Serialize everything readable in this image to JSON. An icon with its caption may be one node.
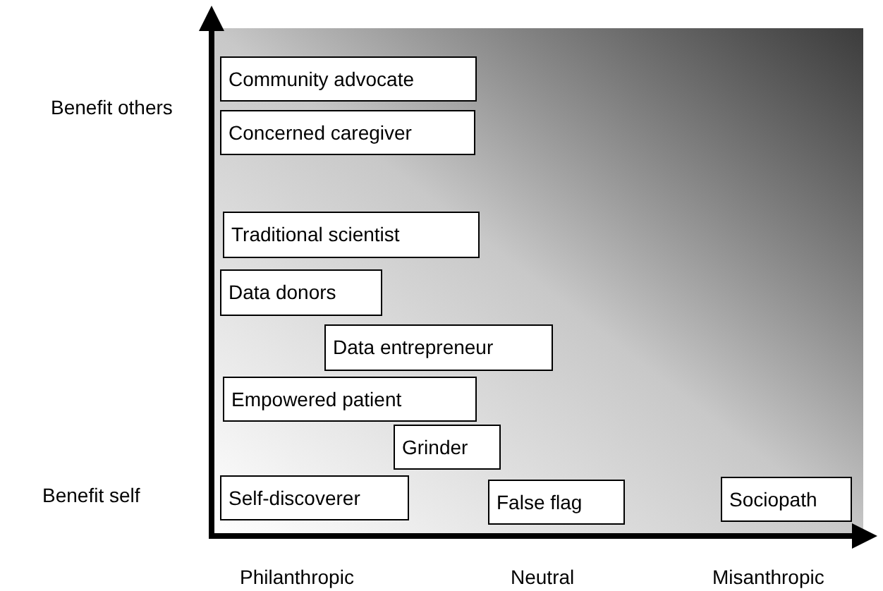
{
  "diagram": {
    "nodes": [
      {
        "text": [
          "Community advocate"
        ]
      },
      {
        "text": [
          "Concerned caregiver"
        ]
      },
      {
        "text": [
          "Traditional scientist"
        ]
      },
      {
        "text": [
          "Data donors"
        ]
      },
      {
        "text": [
          "Data entrepreneur"
        ]
      },
      {
        "text": [
          "Empowered patient"
        ]
      },
      {
        "text": [
          "Grinder"
        ]
      },
      {
        "text": [
          "Self-discoverer"
        ]
      },
      {
        "text": [
          "False flag"
        ]
      },
      {
        "text": [
          "Sociopath"
        ]
      }
    ],
    "labels": [
      "Benefit others",
      "Benefit self",
      "Philanthropic",
      "Neutral",
      "Misanthropic"
    ]
  }
}
